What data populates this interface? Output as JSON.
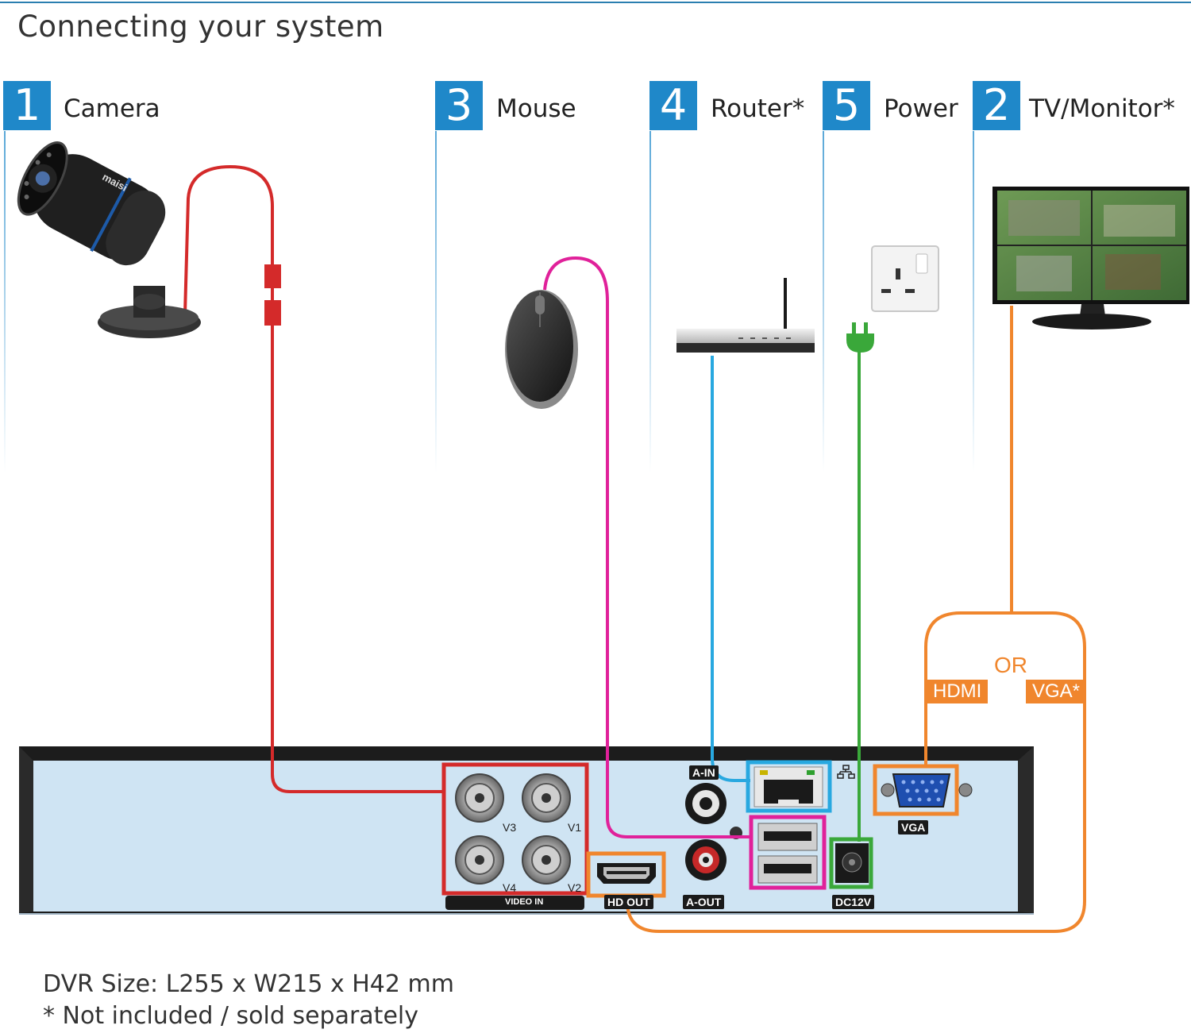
{
  "title": "Connecting your system",
  "steps": [
    {
      "number": "1",
      "label": "Camera"
    },
    {
      "number": "3",
      "label": "Mouse"
    },
    {
      "number": "4",
      "label": "Router*"
    },
    {
      "number": "5",
      "label": "Power"
    },
    {
      "number": "2",
      "label": "TV/Monitor*"
    }
  ],
  "connection_labels": {
    "or": "OR",
    "hdmi": "HDMI",
    "vga": "VGA*"
  },
  "dvr_ports": {
    "a_in": "A-IN",
    "a_out": "A-OUT",
    "hd_out": "HD OUT",
    "vga": "VGA",
    "dc12v": "DC12V",
    "video_in": "VIDEO IN",
    "v1": "V1",
    "v2": "V2",
    "v3": "V3",
    "v4": "V4"
  },
  "camera_brand": "maisi",
  "colors": {
    "accent_blue": "#1f88c9",
    "camera_cable": "#d42a2a",
    "mouse_cable": "#e0219a",
    "router_cable": "#28a8e0",
    "power_cable": "#3aa83a",
    "monitor_cable": "#f0862d",
    "dvr_panel": "#cfe4f3"
  },
  "footer": {
    "size": "DVR Size: L255 x W215 x H42 mm",
    "note": "* Not included / sold separately"
  }
}
